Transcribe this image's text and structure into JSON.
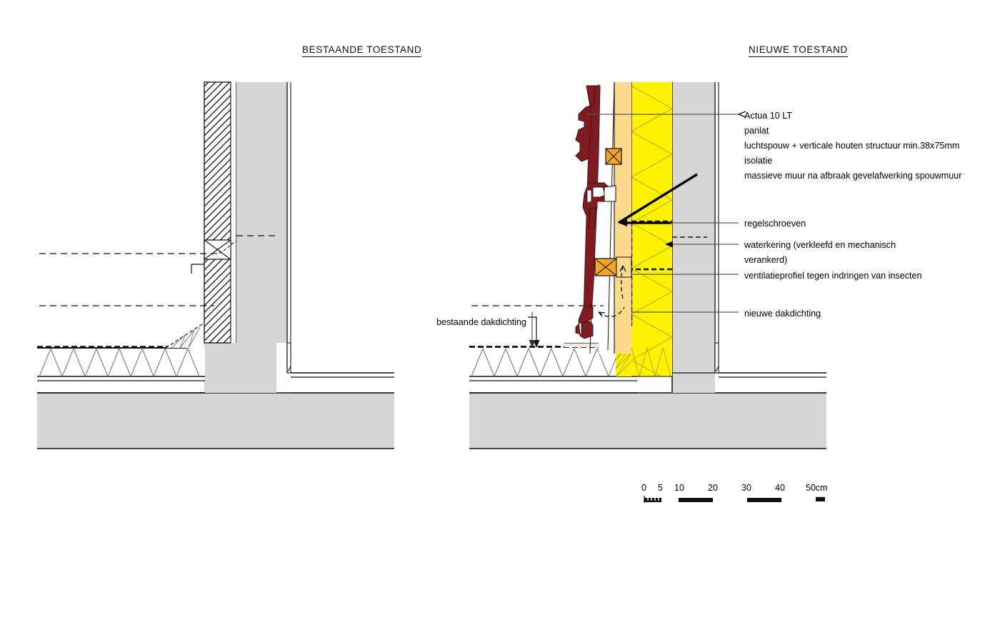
{
  "drawing": {
    "type": "architectural-section-detail",
    "sheet_background": "#ffffff",
    "titles": {
      "left": "BESTAANDE TOESTAND",
      "right": "NIEUWE TOESTAND"
    },
    "colors": {
      "insulation_yellow": "#FFF200",
      "batten_orange": "#FAC352",
      "cladding_red": "#7E1C22",
      "masonry_gray": "#D6D6D6",
      "line_black": "#000000",
      "leader_gray": "#5A5A5A"
    },
    "annotations_right": [
      {
        "id": "actua",
        "label": "Actua 10 LT"
      },
      {
        "id": "panlat",
        "label": "panlat"
      },
      {
        "id": "luchtspouw",
        "label": "luchtspouw + verticale houten structuur min.38x75mm"
      },
      {
        "id": "isolatie",
        "label": "isolatie"
      },
      {
        "id": "massieve",
        "label": "massieve muur na afbraak gevelafwerking spouwmuur"
      },
      {
        "id": "regelschroeven",
        "label": "regelschroeven"
      },
      {
        "id": "waterkering",
        "label": "waterkering (verkleefd en mechanisch verankerd)"
      },
      {
        "id": "ventilatieprofiel",
        "label": "ventilatieprofiel tegen indringen van insecten"
      },
      {
        "id": "nieuwe_dakdichting",
        "label": "nieuwe dakdichting"
      }
    ],
    "annotations_left": [
      {
        "id": "bestaande_dakdichting",
        "label": "bestaande dakdichting"
      }
    ],
    "scale_bar": {
      "unit_suffix": "cm",
      "ticks": [
        "0",
        "5",
        "10",
        "20",
        "30",
        "40",
        "50cm"
      ],
      "tick_values": [
        0,
        5,
        10,
        20,
        30,
        40,
        50
      ]
    }
  }
}
